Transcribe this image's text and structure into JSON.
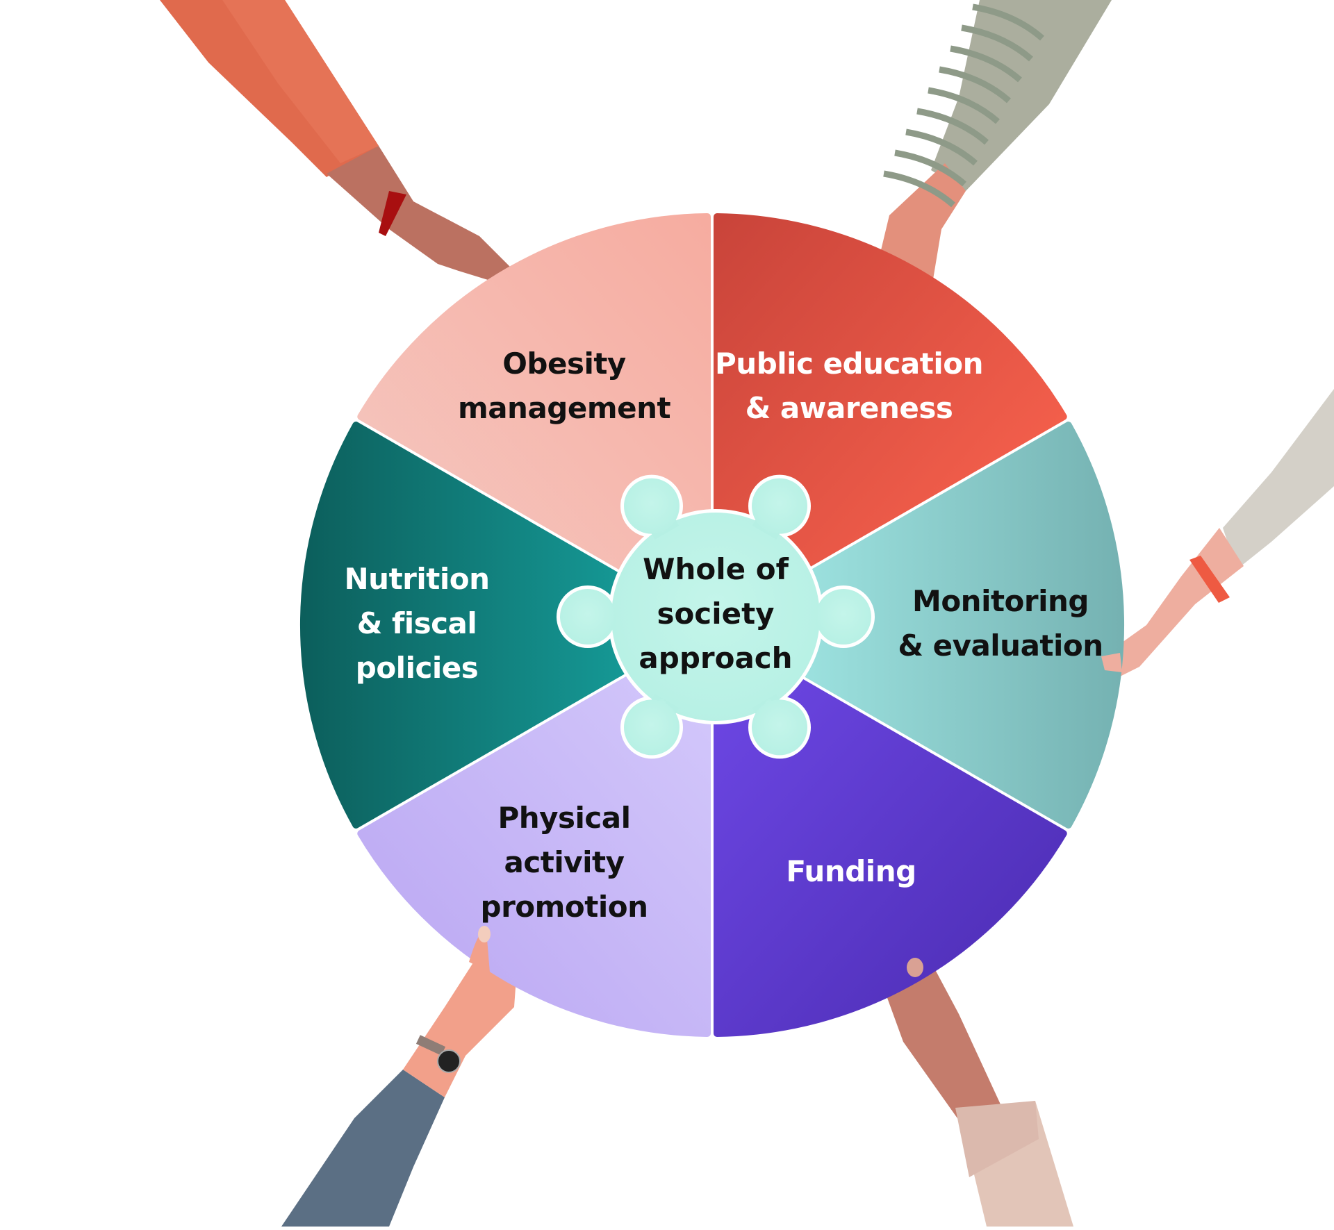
{
  "diagram": {
    "title": "Whole of society approach",
    "center": {
      "lines": [
        "Whole of",
        "society",
        "approach"
      ],
      "color": "#b6f0e4"
    },
    "segments": [
      {
        "id": "obesity-management",
        "lines": [
          "Obesity",
          "management"
        ],
        "color_light": "#f5c9c2",
        "color_dark": "#f6aca0",
        "text_color": "#111111"
      },
      {
        "id": "public-education",
        "lines": [
          "Public education",
          "& awareness"
        ],
        "color_light": "#ff6650",
        "color_dark": "#c9443a",
        "text_color": "#ffffff"
      },
      {
        "id": "monitoring-evaluation",
        "lines": [
          "Monitoring",
          "& evaluation"
        ],
        "color_light": "#a4ebe8",
        "color_dark": "#75b2b2",
        "text_color": "#111111"
      },
      {
        "id": "funding",
        "lines": [
          "Funding"
        ],
        "color_light": "#6e48e6",
        "color_dark": "#4a2bb0",
        "text_color": "#ffffff"
      },
      {
        "id": "physical-activity",
        "lines": [
          "Physical",
          "activity",
          "promotion"
        ],
        "color_light": "#d4c9fb",
        "color_dark": "#b9a5f2",
        "text_color": "#111111"
      },
      {
        "id": "nutrition-fiscal",
        "lines": [
          "Nutrition",
          "& fiscal",
          "policies"
        ],
        "color_light": "#17a3a0",
        "color_dark": "#0c5f5c",
        "text_color": "#ffffff"
      }
    ],
    "hands": [
      {
        "id": "top-left",
        "sleeve": "#e06a4d",
        "skin": "#bb7161",
        "accessory": "red bangle",
        "accessory_color": "#a80f10"
      },
      {
        "id": "top-right",
        "sleeve": "#abae9e",
        "skin": "#e3907c",
        "accessory": "striped sleeve",
        "accessory_color": "#8e9a88"
      },
      {
        "id": "right",
        "sleeve": "#d4d0c8",
        "skin": "#eeae9f",
        "accessory": "orange bracelet",
        "accessory_color": "#ee5a42"
      },
      {
        "id": "bottom-left",
        "sleeve": "#5b6f84",
        "skin": "#f2a08a",
        "accessory": "wristwatch",
        "accessory_color": "#222222"
      },
      {
        "id": "bottom-right",
        "sleeve": "#e2c5b8",
        "skin": "#c47c6c",
        "accessory": "rolled cuff",
        "accessory_color": "#dbb9ad"
      }
    ]
  }
}
